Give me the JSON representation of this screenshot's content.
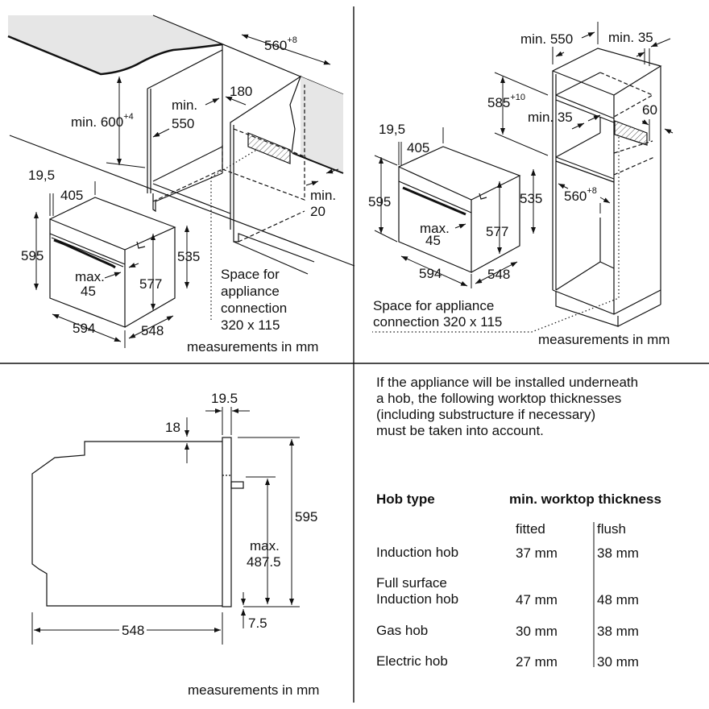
{
  "colors": {
    "line": "#111111",
    "worktop_fill": "#e6e6e6",
    "hatch": "#555555"
  },
  "top_left": {
    "width": "560",
    "width_tol": "+8",
    "depth_gap": "180",
    "height_label": "min. 600",
    "height_tol": "+4",
    "depth_min": "min.",
    "depth_val": "550",
    "front_offset": "19,5",
    "top_depth": "405",
    "rear_gap_min": "min.",
    "rear_gap_val": "20",
    "oven_height": "595",
    "side_height": "535",
    "max_label": "max.",
    "max_val": "45",
    "inner_height": "577",
    "connection": [
      "Space for",
      "appliance",
      "connection",
      "320 x 115"
    ],
    "oven_width": "594",
    "oven_depth": "548",
    "units": "measurements in mm"
  },
  "top_right": {
    "depth_min": "min. 550",
    "side_min": "min. 35",
    "niche_height": "585",
    "niche_tol": "+10",
    "shelf_min": "min. 35",
    "vent": "60",
    "front_offset": "19,5",
    "top_depth": "405",
    "oven_height": "595",
    "side_height": "535",
    "width": "560",
    "width_tol": "+8",
    "max_label": "max.",
    "max_val": "45",
    "inner_height": "577",
    "oven_width": "594",
    "oven_depth": "548",
    "connection": [
      "Space for appliance",
      "connection 320 x 115"
    ],
    "units": "measurements in mm"
  },
  "bottom_left": {
    "front_thickness": "19.5",
    "top_offset": "18",
    "height": "595",
    "max_label": "max.",
    "max_val": "487.5",
    "depth": "548",
    "bottom_offset": "7.5",
    "units": "measurements in mm"
  },
  "bottom_right": {
    "intro": [
      "If the appliance will be installed underneath",
      "a hob, the following worktop thicknesses",
      "(including substructure if necessary)",
      "must be taken into account."
    ],
    "table": {
      "col_hob": "Hob type",
      "col_thickness": "min. worktop thickness",
      "sub_fitted": "fitted",
      "sub_flush": "flush",
      "rows": [
        {
          "hob": [
            "Induction hob"
          ],
          "fitted": "37 mm",
          "flush": "38 mm"
        },
        {
          "hob": [
            "Full surface",
            "Induction hob"
          ],
          "fitted": "47 mm",
          "flush": "48 mm"
        },
        {
          "hob": [
            "Gas hob"
          ],
          "fitted": "30 mm",
          "flush": "38 mm"
        },
        {
          "hob": [
            "Electric hob"
          ],
          "fitted": "27 mm",
          "flush": "30 mm"
        }
      ]
    }
  }
}
